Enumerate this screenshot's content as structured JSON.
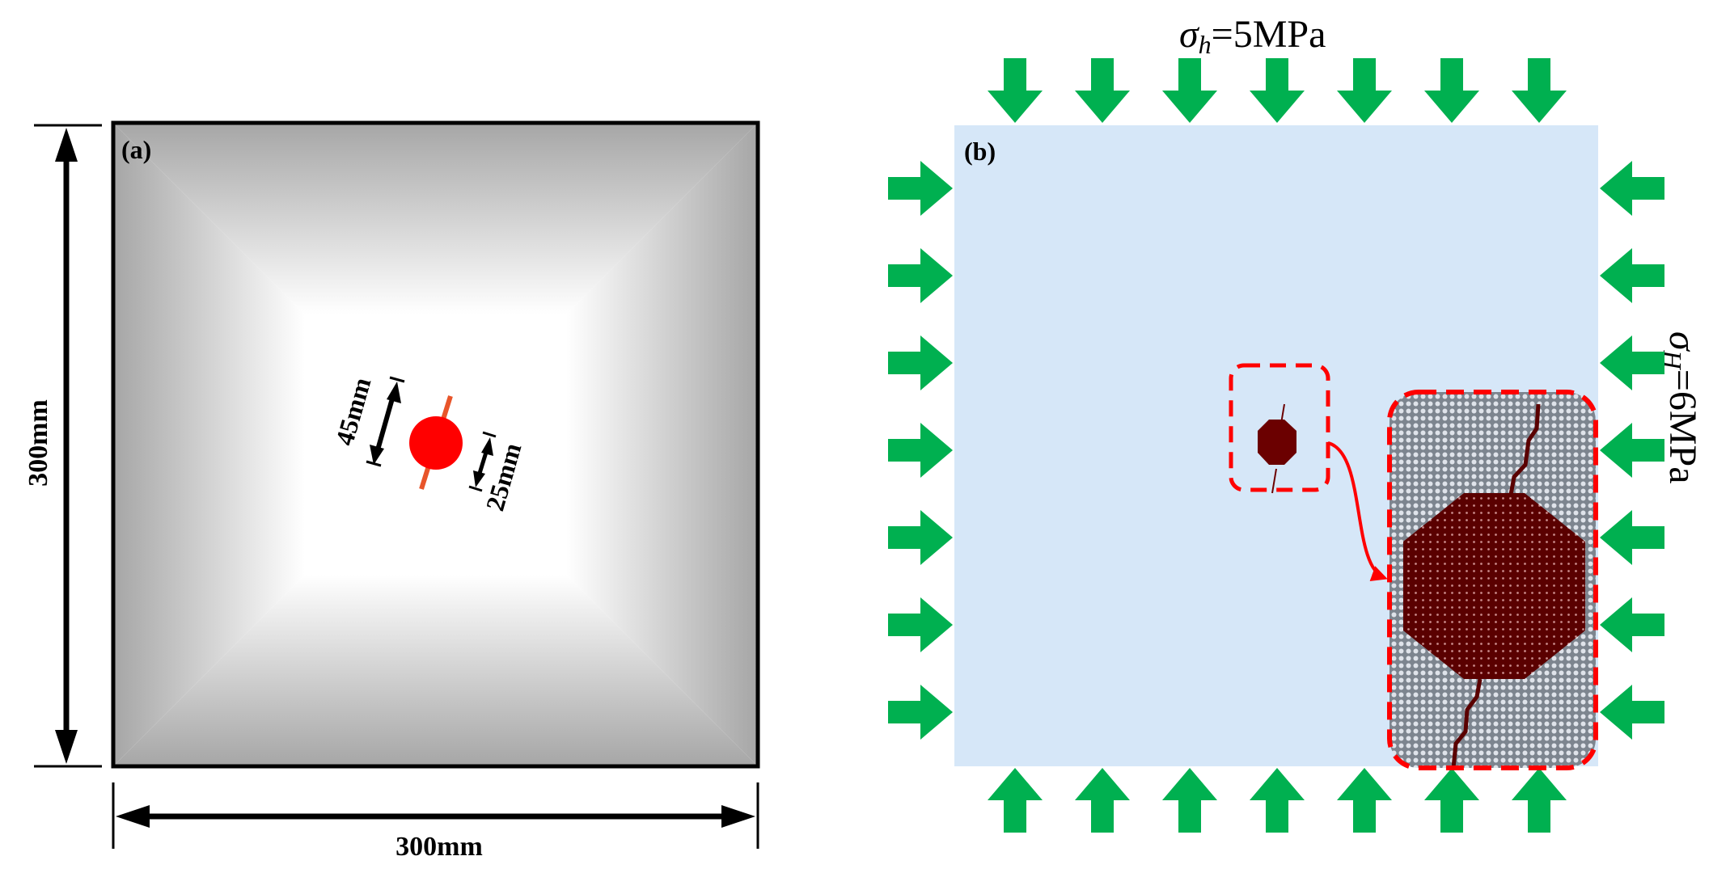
{
  "panel_a": {
    "label": "(a)",
    "width_label": "300mm",
    "height_label": "300mm",
    "crack_length_label": "45mm",
    "hole_diameter_label": "25mm",
    "colors": {
      "frame": "#000000",
      "hole": "#ff0000",
      "crack": "#e8552a"
    }
  },
  "panel_b": {
    "label": "(b)",
    "top_stress_symbol": "σ",
    "top_stress_sub": "h",
    "top_stress_value": "=5MPa",
    "side_stress_symbol": "σ",
    "side_stress_sub": "H",
    "side_stress_value": "=6MPa",
    "colors": {
      "domain": "#d6e7f8",
      "arrow": "#00b050",
      "hole": "#6b0000",
      "zoom_box": "#ff0000",
      "mesh": "#8e96a0"
    },
    "arrows_per_side": 7
  }
}
